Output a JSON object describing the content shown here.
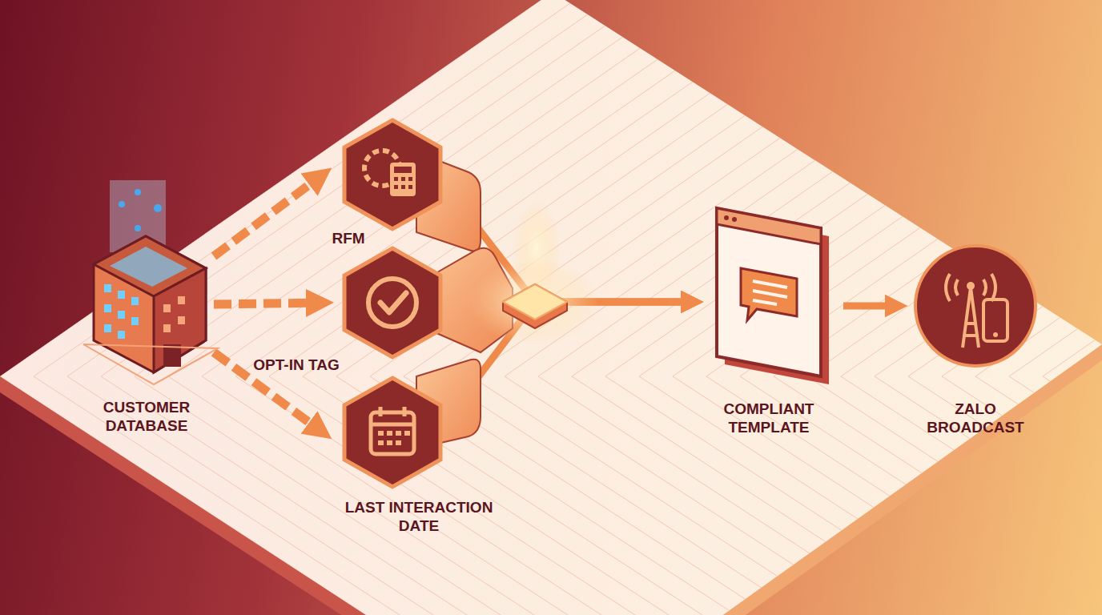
{
  "diagram": {
    "nodes": [
      {
        "text": [
          "CUSTOMER DATABASE"
        ]
      },
      {
        "text": [
          "RFM"
        ]
      },
      {
        "text": [
          "OPT-IN TAG"
        ]
      },
      {
        "text": [
          "LAST INTERACTION DATE"
        ]
      },
      {
        "text": [
          "COMPLIANT TEMPLATE"
        ]
      },
      {
        "text": [
          "ZALO BROADCAST"
        ]
      }
    ],
    "edges": [
      {
        "from": 0,
        "to": 1,
        "arrow": "to"
      },
      {
        "from": 0,
        "to": 2,
        "arrow": "to"
      },
      {
        "from": 0,
        "to": 3,
        "arrow": "to"
      },
      {
        "from": 1,
        "to": 4,
        "arrow": "to"
      },
      {
        "from": 2,
        "to": 4,
        "arrow": "to"
      },
      {
        "from": 3,
        "to": 4,
        "arrow": "to"
      },
      {
        "from": 4,
        "to": 5,
        "arrow": "to"
      }
    ]
  }
}
